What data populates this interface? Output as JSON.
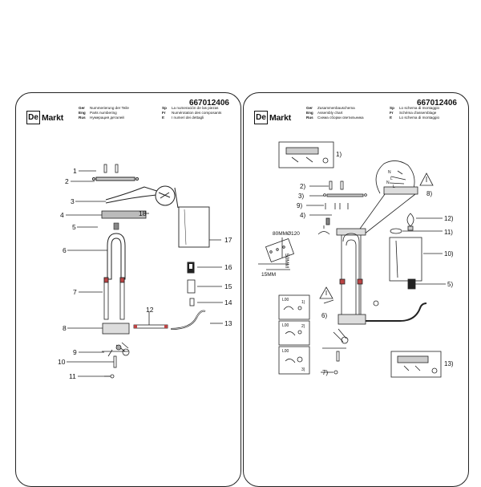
{
  "product_code": "667012406",
  "brand": {
    "box": "De",
    "name": "Markt"
  },
  "left_sheet": {
    "code": "667012406",
    "header": [
      {
        "l1": "Ger",
        "t1": "Nummerierung der Teile",
        "l2": "Sp",
        "t2": "La numeración de las piezas"
      },
      {
        "l1": "Eng",
        "t1": "Parts numbering",
        "l2": "Fr",
        "t2": "Numérotation des composants"
      },
      {
        "l1": "Rus",
        "t1": "Нумерация деталей",
        "l2": "It",
        "t2": "I numeri dei dettagli"
      }
    ],
    "part_labels": [
      "1",
      "2",
      "3",
      "18",
      "4",
      "5",
      "17",
      "6",
      "16",
      "15",
      "7",
      "14",
      "8",
      "12",
      "13",
      "9",
      "10",
      "11"
    ]
  },
  "right_sheet": {
    "code": "667012406",
    "header": [
      {
        "l1": "Ger",
        "t1": "Zusammenbauschema",
        "l2": "Sp",
        "t2": "Lo schema di montaggio"
      },
      {
        "l1": "Eng",
        "t1": "Assembly chart",
        "l2": "Fr",
        "t2": "Schéma d'assemblage"
      },
      {
        "l1": "Rus",
        "t1": "Схема сборки светильника",
        "l2": "It",
        "t2": "Lo schema di montaggio"
      }
    ],
    "step_labels": [
      "1)",
      "2)",
      "3)",
      "9)",
      "4)",
      "8)",
      "12)",
      "11)",
      "10)",
      "5)",
      "6)",
      "7)",
      "13)"
    ],
    "wiring_labels": [
      "N",
      "L",
      "N",
      "L"
    ],
    "dimensions": {
      "diameter": "Ø120",
      "width": "80MM",
      "height": "50MM",
      "depth": "15MM"
    },
    "loop_labels": [
      "L00",
      "L00",
      "L00"
    ],
    "loop_steps": [
      "1)",
      "2)",
      "3)"
    ]
  }
}
